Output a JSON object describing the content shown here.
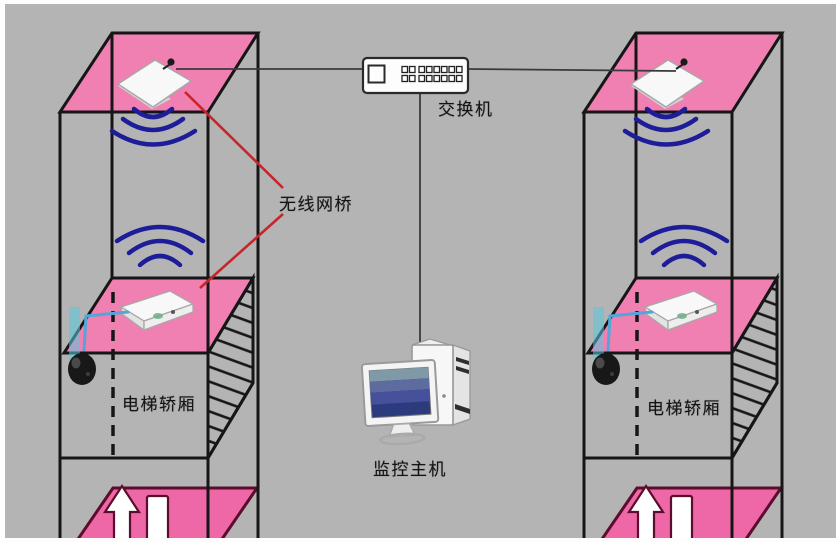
{
  "diagram": {
    "type": "elevator-wireless-video-monitoring-topology",
    "labels": {
      "switch": "交换机",
      "wireless_bridge": "无线网桥",
      "monitoring_host": "监控主机",
      "elevator_car": "电梯轿厢"
    },
    "colors": {
      "background": "#b4b4b4",
      "panel_pink": "#f07fb2",
      "floor_pink": "#ee67a6",
      "outline": "#161616",
      "wifi_blue": "#1d1d99",
      "pointer_red": "#c6262a",
      "cable_blue": "#4fa8d8",
      "wire_gray": "#3a3a3a",
      "floor_edge": "#5c0c2c",
      "device_white": "#f8f8f8"
    },
    "icons": {
      "wifi_signal": "wifi-arcs-icon",
      "dome_camera": "dome-camera-icon",
      "wireless_bridge_device": "wireless-bridge-icon",
      "network_switch": "switch-ports-icon",
      "monitoring_host_pc": "desktop-pc-icon",
      "elevator_direction": "up-arrow-icon"
    },
    "nodes": [
      {
        "id": "switch",
        "label_key": "switch",
        "type": "network-switch"
      },
      {
        "id": "monitoring-host",
        "label_key": "monitoring_host",
        "type": "desktop-pc"
      },
      {
        "id": "bridge-ceiling-left",
        "label_key": "wireless_bridge",
        "type": "wireless-bridge"
      },
      {
        "id": "bridge-car-left",
        "label_key": "wireless_bridge",
        "type": "wireless-bridge"
      },
      {
        "id": "bridge-ceiling-right",
        "type": "wireless-bridge"
      },
      {
        "id": "bridge-car-right",
        "type": "wireless-bridge"
      },
      {
        "id": "camera-left",
        "type": "dome-camera"
      },
      {
        "id": "camera-right",
        "type": "dome-camera"
      },
      {
        "id": "elevator-car-left",
        "label_key": "elevator_car",
        "type": "elevator-car"
      },
      {
        "id": "elevator-car-right",
        "label_key": "elevator_car",
        "type": "elevator-car"
      }
    ],
    "edges": [
      {
        "from": "bridge-ceiling-left",
        "to": "switch",
        "style": "wired"
      },
      {
        "from": "switch",
        "to": "bridge-ceiling-right",
        "style": "wired"
      },
      {
        "from": "switch",
        "to": "monitoring-host",
        "style": "wired"
      },
      {
        "from": "bridge-ceiling-left",
        "to": "bridge-car-left",
        "style": "wireless"
      },
      {
        "from": "bridge-ceiling-right",
        "to": "bridge-car-right",
        "style": "wireless"
      },
      {
        "from": "camera-left",
        "to": "bridge-car-left",
        "style": "camera-cable"
      },
      {
        "from": "camera-right",
        "to": "bridge-car-right",
        "style": "camera-cable"
      }
    ]
  }
}
